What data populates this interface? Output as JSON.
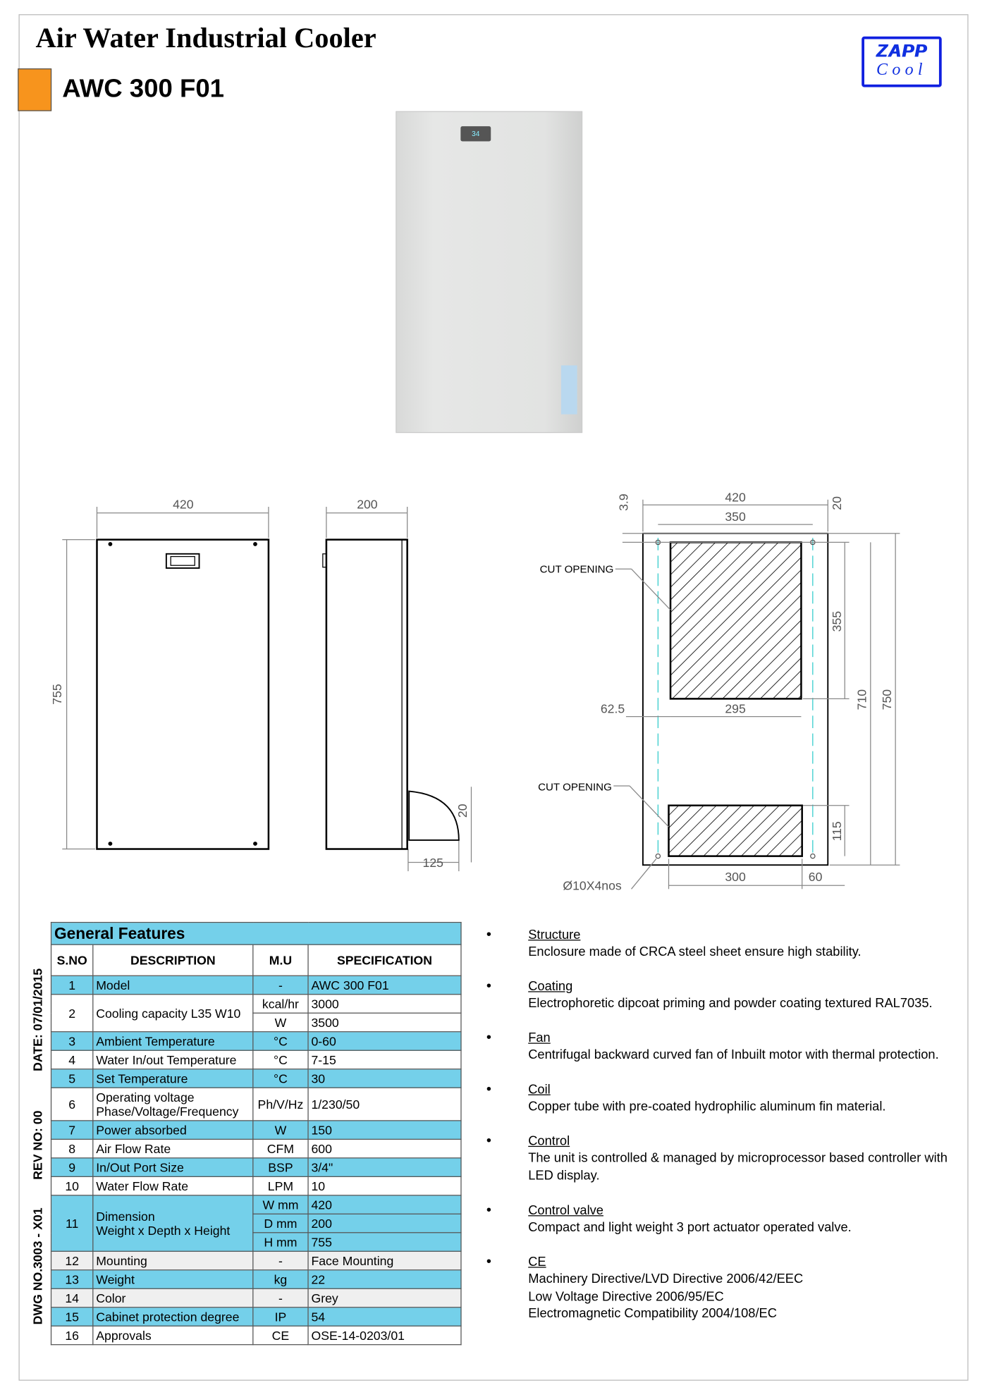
{
  "header": {
    "title": "Air Water Industrial Cooler",
    "model": "AWC 300 F01",
    "accent_color": "#f7941d"
  },
  "logo": {
    "line1": "ZAPP",
    "line2": "Cool"
  },
  "photo": {
    "display_reading": "34"
  },
  "drawings": {
    "front": {
      "width": "420",
      "height": "755"
    },
    "side": {
      "depth": "200",
      "bottom_dim": "125",
      "small_dim": "20"
    },
    "cutout": {
      "overall_width": "420",
      "inner_width": "350",
      "top_offset": "3.9",
      "right_offset": "20",
      "upper_height": "355",
      "inner_height": "710",
      "overall_height": "750",
      "left_margin": "62.5",
      "upper_width": "295",
      "lower_height": "115",
      "lower_width": "300",
      "right_bottom": "60",
      "holes": "Ø10X4nos",
      "cut_label_1": "CUT OPENING",
      "cut_label_2": "CUT OPENING"
    }
  },
  "side_labels": {
    "date": "DATE: 07/01/2015",
    "rev": "REV NO: 00",
    "dwg": "DWG NO.3003 - X01"
  },
  "table": {
    "title": "General Features",
    "headers": [
      "S.NO",
      "DESCRIPTION",
      "M.U",
      "SPECIFICATION"
    ],
    "rows": [
      {
        "no": "1",
        "desc": "Model",
        "mu": "-",
        "spec": "AWC 300 F01"
      },
      {
        "no": "2",
        "desc": "Cooling capacity L35 W10",
        "mu": "kcal/hr",
        "spec": "3000",
        "mu2": "W",
        "spec2": "3500"
      },
      {
        "no": "3",
        "desc": "Ambient Temperature",
        "mu": "°C",
        "spec": "0-60"
      },
      {
        "no": "4",
        "desc": "Water In/out Temperature",
        "mu": "°C",
        "spec": "7-15"
      },
      {
        "no": "5",
        "desc": "Set Temperature",
        "mu": "°C",
        "spec": "30"
      },
      {
        "no": "6",
        "desc": "Operating voltage",
        "desc2": "Phase/Voltage/Frequency",
        "mu": "Ph/V/Hz",
        "spec": "1/230/50"
      },
      {
        "no": "7",
        "desc": "Power absorbed",
        "mu": "W",
        "spec": "150"
      },
      {
        "no": "8",
        "desc": "Air Flow Rate",
        "mu": "CFM",
        "spec": "600"
      },
      {
        "no": "9",
        "desc": "In/Out Port Size",
        "mu": "BSP",
        "spec": "3/4\""
      },
      {
        "no": "10",
        "desc": "Water Flow Rate",
        "mu": "LPM",
        "spec": "10"
      },
      {
        "no": "11",
        "desc": "Dimension",
        "desc2": "Weight  x Depth x Height",
        "mu": "W mm",
        "spec": "420",
        "mu2": "D mm",
        "spec2": "200",
        "mu3": "H mm",
        "spec3": "755"
      },
      {
        "no": "12",
        "desc": "Mounting",
        "mu": "-",
        "spec": "Face Mounting"
      },
      {
        "no": "13",
        "desc": "Weight",
        "mu": "kg",
        "spec": "22"
      },
      {
        "no": "14",
        "desc": "Color",
        "mu": "-",
        "spec": "Grey"
      },
      {
        "no": "15",
        "desc": "Cabinet protection degree",
        "mu": "IP",
        "spec": "54"
      },
      {
        "no": "16",
        "desc": "Approvals",
        "mu": "CE",
        "spec": "OSE-14-0203/01"
      }
    ]
  },
  "features": [
    {
      "title": "Structure",
      "lines": [
        "Enclosure made of CRCA steel sheet ensure high stability."
      ]
    },
    {
      "title": "Coating",
      "lines": [
        "Electrophoretic  dipcoat priming and powder coating textured RAL7035."
      ]
    },
    {
      "title": "Fan",
      "lines": [
        "Centrifugal backward curved fan of Inbuilt motor with thermal protection."
      ]
    },
    {
      "title": "Coil",
      "lines": [
        "Copper tube with pre-coated hydrophilic aluminum fin material."
      ]
    },
    {
      "title": "Control",
      "lines": [
        "The unit is controlled & managed by microprocessor based controller with",
        "LED display."
      ]
    },
    {
      "title": "Control valve",
      "lines": [
        "Compact  and light weight  3 port  actuator operated valve."
      ]
    },
    {
      "title": "CE",
      "lines": [
        "Machinery Directive/LVD Directive 2006/42/EEC",
        "Low Voltage Directive 2006/95/EC",
        "Electromagnetic Compatibility 2004/108/EC"
      ]
    }
  ]
}
